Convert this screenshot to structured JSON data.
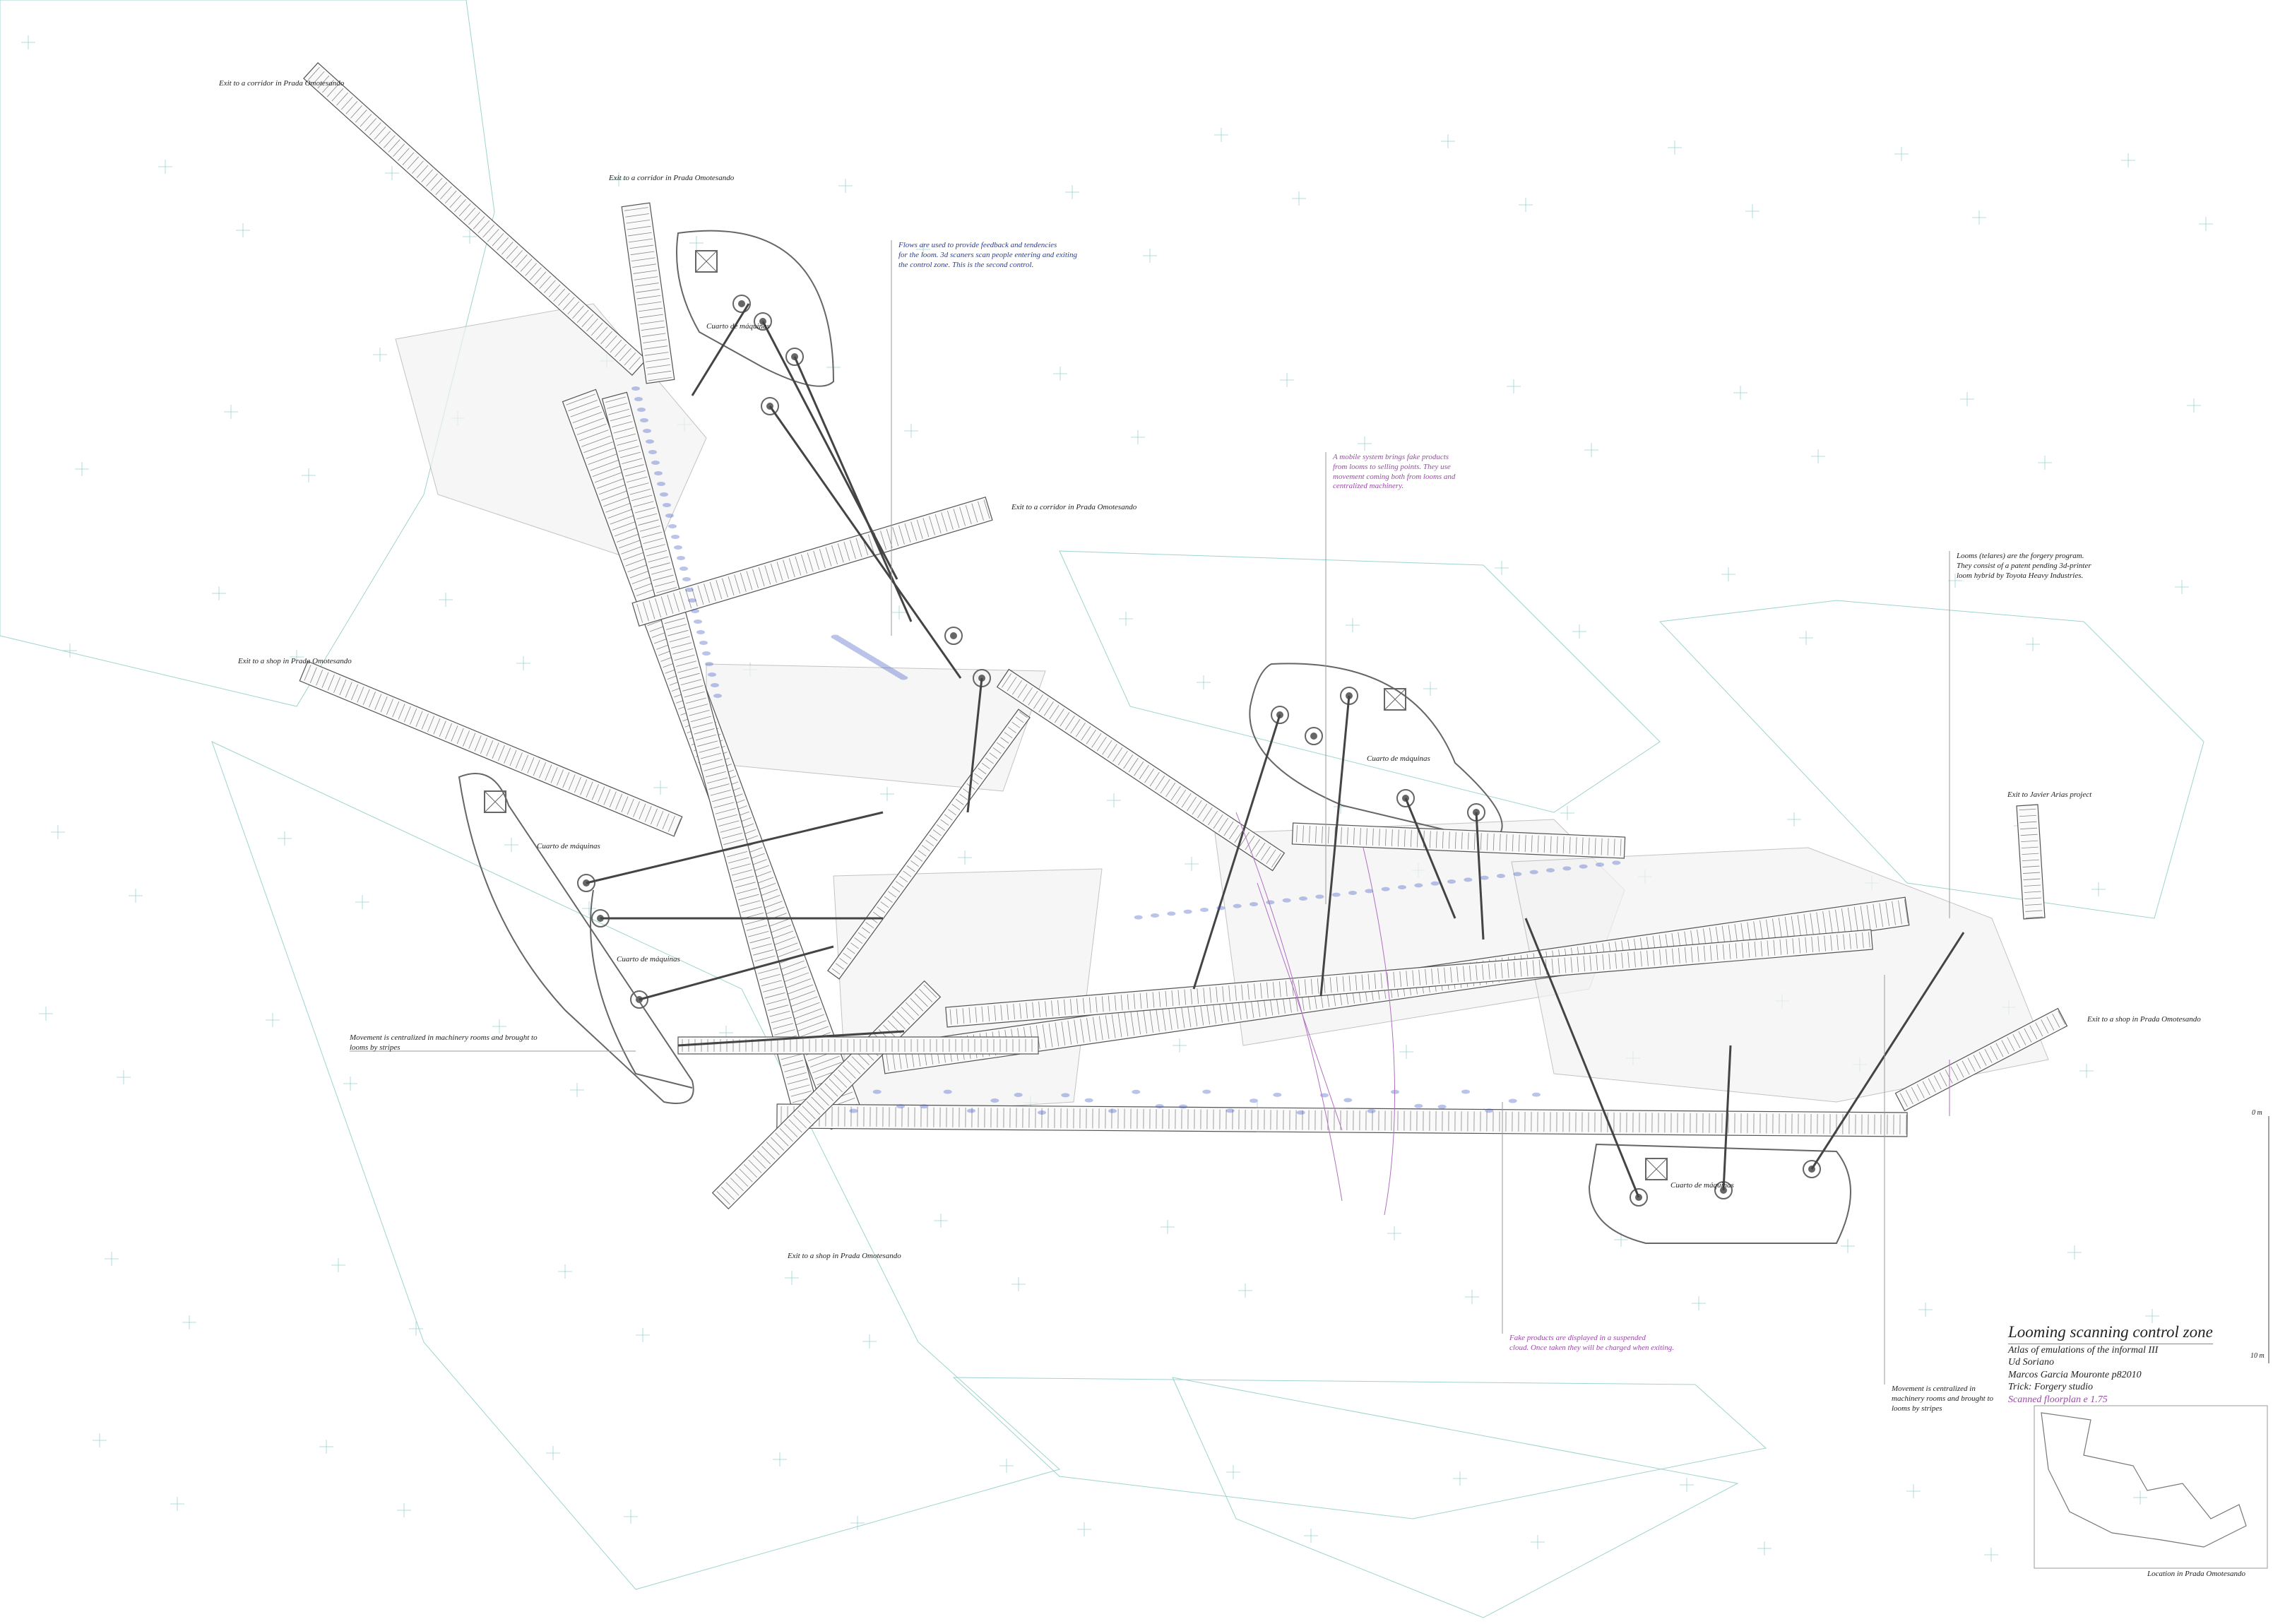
{
  "title_block": {
    "title": "Looming scanning control zone",
    "subtitle": "Atlas of emulations of the informal III",
    "school": "Ud Soriano",
    "author": "Marcos Garcia Mouronte p82010",
    "trick": "Trick: Forgery studio",
    "scale": "Scanned floorplan e 1.75"
  },
  "scale_bar": {
    "start": "0 m",
    "end": "10 m"
  },
  "location_label": "Location in Prada Omotesando",
  "exits": [
    "Exit to a corridor in Prada Omotesando",
    "Exit to a corridor in Prada Omotesando",
    "Exit to a corridor in Prada Omotesando",
    "Exit to a shop in Prada Omotesando",
    "Exit to a shop in Prada Omotesando",
    "Exit to a shop in Prada Omotesando",
    "Exit to Javier Arias project"
  ],
  "rooms": [
    "Cuarto de máquinas",
    "Cuarto de máquinas",
    "Cuarto de máquinas",
    "Cuarto de máquinas",
    "Cuarto de máquinas"
  ],
  "notes": {
    "flows": "Flows are used to provide feedback and tendencies\nfor the loom. 3d scaners scan people entering and exiting\nthe control zone. This is the second control.",
    "mobile": "A mobile system brings fake products\nfrom looms to selling points. They use\nmovement coming both from looms and\ncentralized machinery.",
    "looms": "Looms (telares) are the forgery program.\nThey consist of a patent pending 3d-printer\nloom hybrid by Toyota Heavy Industries.",
    "movement_left": "Movement is centralized in machinery rooms and brought to\nlooms by stripes",
    "movement_right": "Movement is centralized in\nmachinery rooms and brought to\nlooms by stripes",
    "fake": "Fake products are displayed in a suspended\ncloud. Once taken they will be charged when exiting."
  },
  "colors": {
    "context": "#9fd3cf",
    "structure": "#555555",
    "flows": "#3b55c4",
    "products": "#b070c0",
    "rods": "#444444"
  }
}
